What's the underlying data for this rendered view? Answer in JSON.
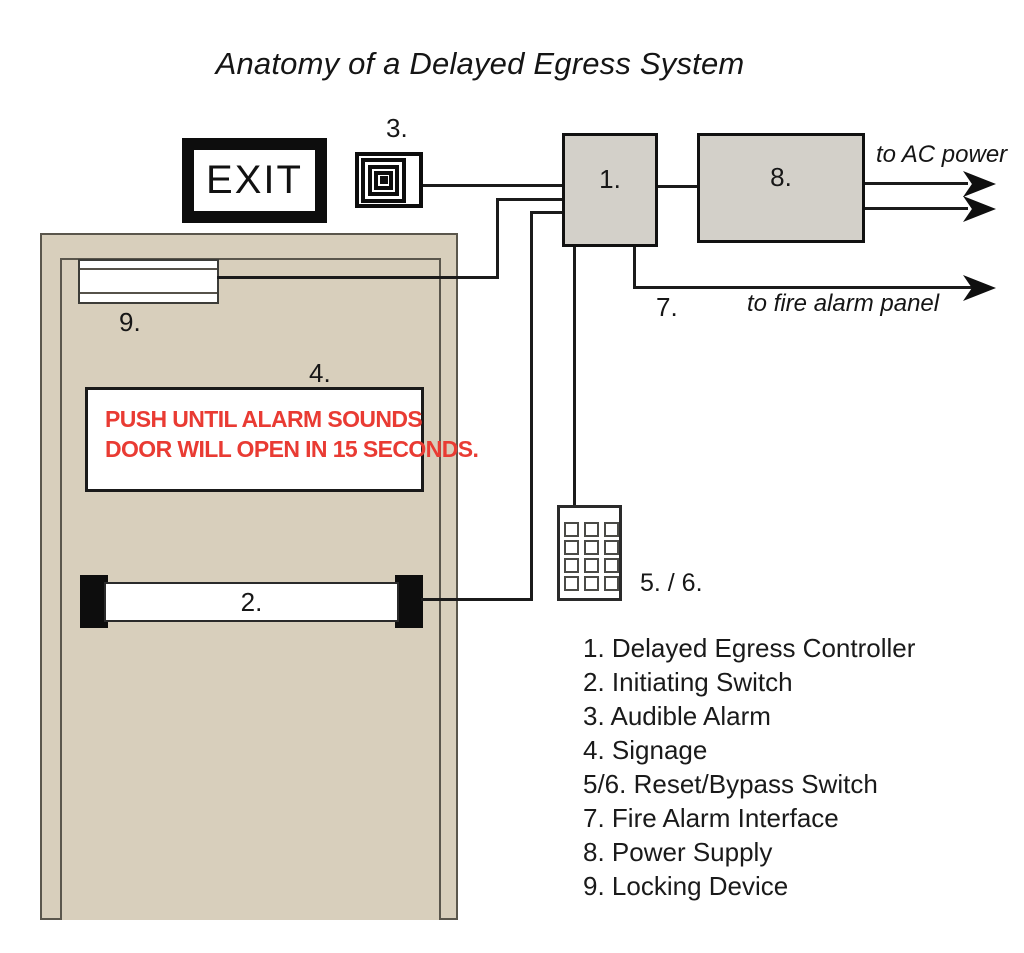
{
  "title": "Anatomy of a Delayed Egress System",
  "exit_sign": {
    "label": "EXIT"
  },
  "diagram_labels": {
    "controller": "1.",
    "initiating_switch": "2.",
    "audible_alarm": "3.",
    "signage": "4.",
    "reset_bypass": "5. / 6.",
    "fire_alarm_interface": "7.",
    "power_supply": "8.",
    "locking_device": "9."
  },
  "signage": {
    "line1": "PUSH UNTIL ALARM SOUNDS",
    "line2": "DOOR WILL OPEN IN 15 SECONDS."
  },
  "annotations": {
    "ac_power": "to AC power",
    "fire_alarm_panel": "to fire alarm panel"
  },
  "legend": {
    "items": [
      {
        "label": "1. Delayed Egress Controller"
      },
      {
        "label": "2. Initiating Switch"
      },
      {
        "label": "3. Audible Alarm"
      },
      {
        "label": "4. Signage"
      },
      {
        "label": "5/6. Reset/Bypass Switch"
      },
      {
        "label": "7. Fire Alarm Interface"
      },
      {
        "label": "8. Power Supply"
      },
      {
        "label": "9. Locking Device"
      }
    ]
  },
  "colors": {
    "door_fill": "#d8cfbc",
    "door_border": "#5a564c",
    "box_fill": "#d3d0c9",
    "line": "#1b1b1b",
    "sign_text_red": "#e93b33"
  }
}
